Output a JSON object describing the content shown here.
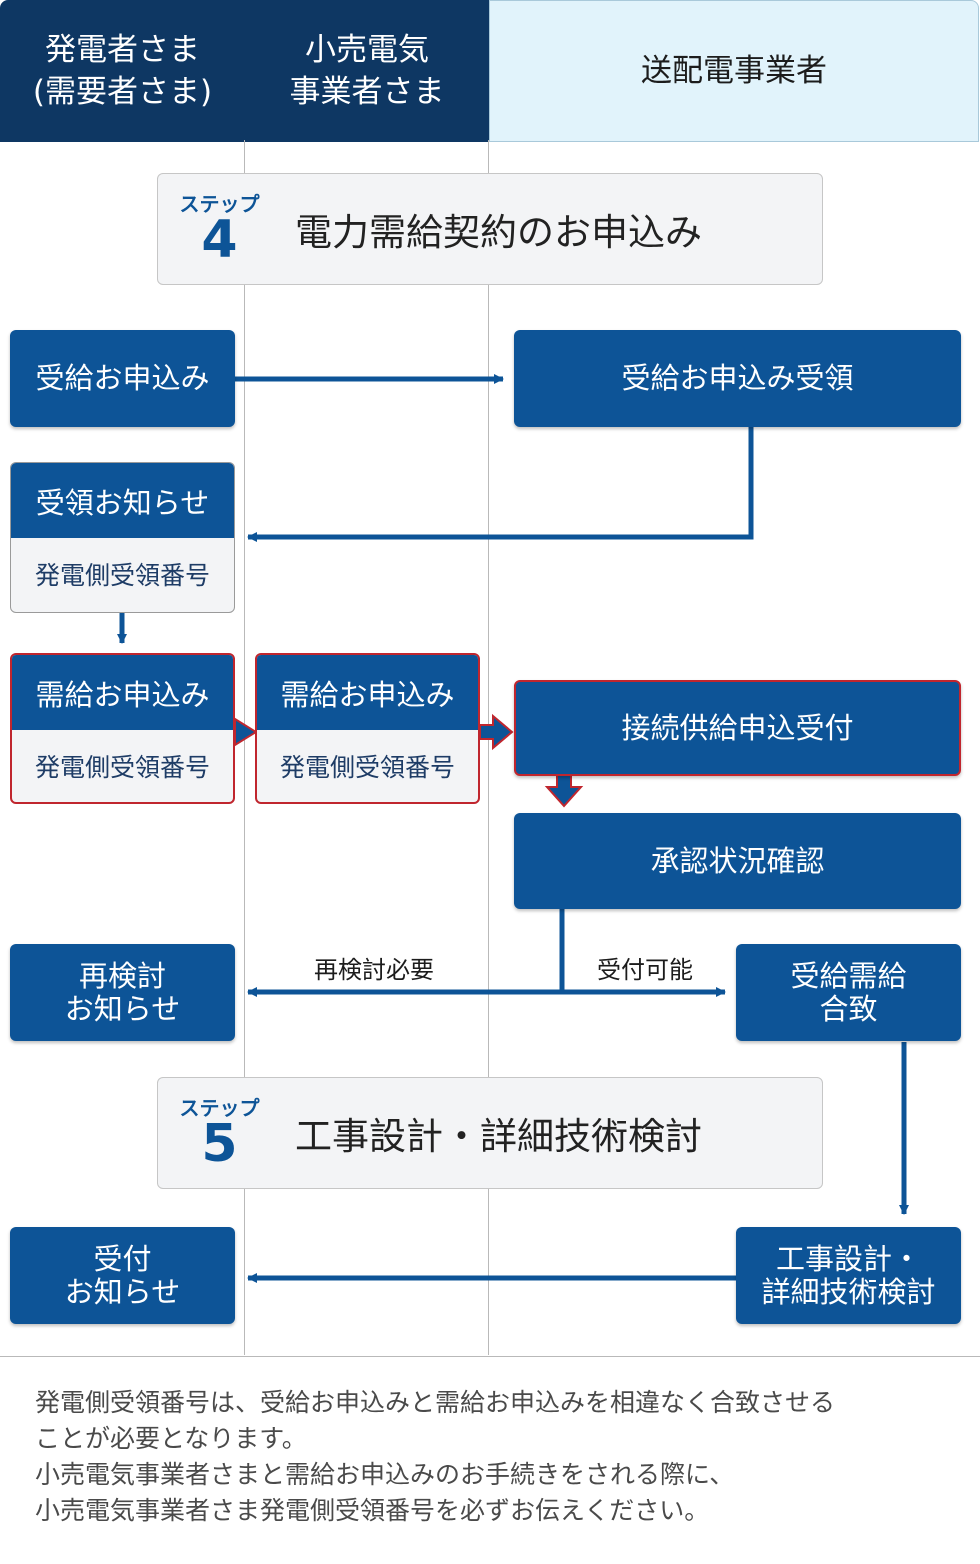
{
  "colors": {
    "navy": "#0e3763",
    "blue": "#0d5497",
    "light_blue": "#e1f3fb",
    "red_border": "#c0262e",
    "step_bg": "#f3f4f6"
  },
  "header": {
    "lane1": "発電者さま\n(需要者さま)",
    "lane2": "小売電気\n事業者さま",
    "lane3": "送配電事業者"
  },
  "step4": {
    "label": "ステップ",
    "number": "4",
    "title": "電力需給契約のお申込み"
  },
  "step5": {
    "label": "ステップ",
    "number": "5",
    "title": "工事設計・詳細技術検討"
  },
  "boxes": {
    "apply_supply": "受給お申込み",
    "apply_supply_received": "受給お申込み受領",
    "receipt_notice": "受領お知らせ",
    "receipt_notice_sub": "発電側受領番号",
    "demand_apply_gen": "需給お申込み",
    "demand_apply_gen_sub": "発電側受領番号",
    "demand_apply_retail": "需給お申込み",
    "demand_apply_retail_sub": "発電側受領番号",
    "connection_accept": "接続供給申込受付",
    "approval_check": "承認状況確認",
    "reexam_notice": "再検討\nお知らせ",
    "match": "受給需給\n合致",
    "accept_notice": "受付\nお知らせ",
    "design": "工事設計・\n詳細技術検討"
  },
  "labels": {
    "reexam_needed": "再検討必要",
    "acceptable": "受付可能"
  },
  "note": [
    "発電側受領番号は、受給お申込みと需給お申込みを相違なく合致させる",
    "ことが必要となります。",
    "小売電気事業者さまと需給お申込みのお手続きをされる際に、",
    "小売電気事業者さま発電側受領番号を必ずお伝えください。"
  ]
}
